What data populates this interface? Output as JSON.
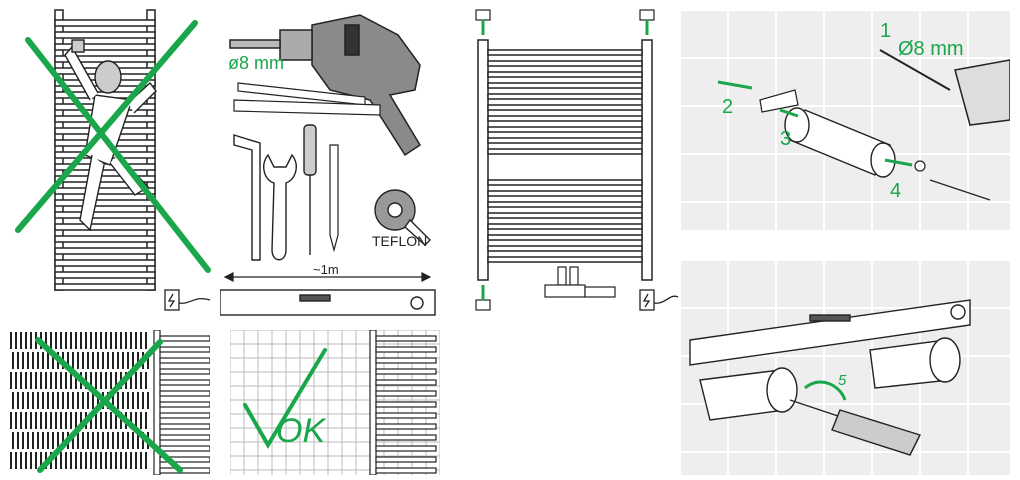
{
  "drill": {
    "diameter_label": "ø8 mm"
  },
  "tools": {
    "tape_label": "TEFLON",
    "level_label": "~1m"
  },
  "wall_check": {
    "ok_label": "OK"
  },
  "install": {
    "step1": "1",
    "step1_label": "Ø8 mm",
    "step2": "2",
    "step3": "3",
    "step4": "4",
    "step5": "5"
  },
  "colors": {
    "accent_green": "#1aa64a",
    "ink": "#222222",
    "wall": "#eeeeee",
    "grout": "#ffffff"
  }
}
